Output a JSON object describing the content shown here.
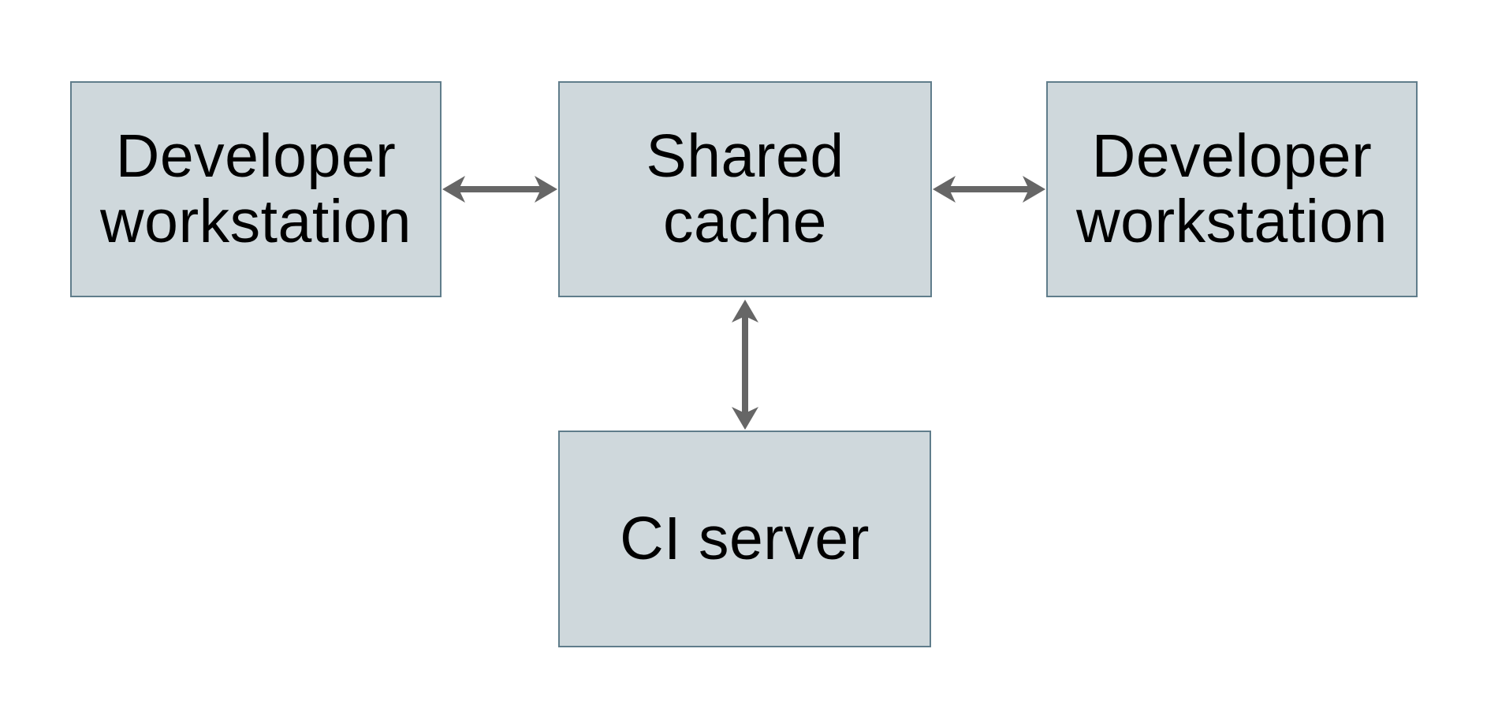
{
  "diagram": {
    "colors": {
      "background": "#ffffff",
      "box_fill": "#cfd8dc",
      "box_border": "#607d8b",
      "arrow_color": "#666666",
      "text_color": "#000000"
    },
    "nodes": [
      {
        "id": "developer-workstation-left",
        "label": "Developer workstation",
        "lines": [
          "Developer",
          "workstation"
        ]
      },
      {
        "id": "shared-cache",
        "label": "Shared cache",
        "lines": [
          "Shared",
          "cache"
        ]
      },
      {
        "id": "developer-workstation-right",
        "label": "Developer workstation",
        "lines": [
          "Developer",
          "workstation"
        ]
      },
      {
        "id": "ci-server",
        "label": "CI server",
        "lines": [
          "CI server"
        ]
      }
    ],
    "edges": [
      {
        "from": "developer-workstation-left",
        "to": "shared-cache",
        "direction": "bidirectional",
        "orientation": "horizontal"
      },
      {
        "from": "shared-cache",
        "to": "developer-workstation-right",
        "direction": "bidirectional",
        "orientation": "horizontal"
      },
      {
        "from": "shared-cache",
        "to": "ci-server",
        "direction": "bidirectional",
        "orientation": "vertical"
      }
    ]
  }
}
